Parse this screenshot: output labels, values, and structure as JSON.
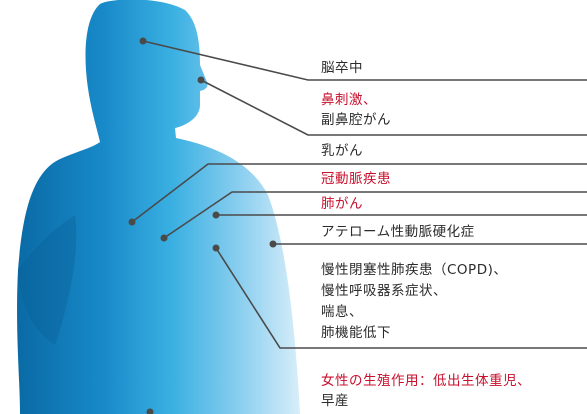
{
  "colors": {
    "figure_dark": "#0a6aa5",
    "figure_mid": "#2aa3dc",
    "figure_light": "#cfeaf8",
    "leader_line": "#4a4a4a",
    "label_dark": "#2b2b2b",
    "label_red": "#c8102e"
  },
  "labels": {
    "stroke": "脳卒中",
    "nasal_irritation": "鼻刺激、",
    "sinus_cancer": "副鼻腔がん",
    "breast_cancer": "乳がん",
    "coronary_disease": "冠動脈疾患",
    "lung_cancer": "肺がん",
    "atherosclerosis": "アテローム性動脈硬化症",
    "copd": "慢性閉塞性肺疾患（COPD)、",
    "chronic_respiratory": "慢性呼吸器系症状、",
    "asthma": "喘息、",
    "lung_function": "肺機能低下",
    "female_reproductive": "女性の生殖作用：低出生体重児、",
    "premature_birth": "早産"
  }
}
